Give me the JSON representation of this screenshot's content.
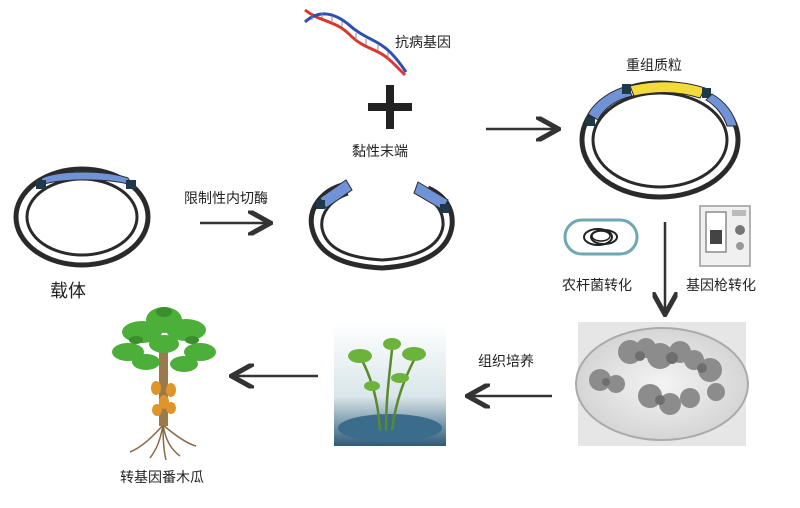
{
  "labels": {
    "resistance_gene": "抗病基因",
    "plus": "+",
    "sticky_ends": "黏性末端",
    "recombinant_plasmid": "重组质粒",
    "vector": "载体",
    "restriction_enzyme": "限制性内切酶",
    "agrobacterium": "农杆菌转化",
    "gene_gun": "基因枪转化",
    "tissue_culture": "组织培养",
    "transgenic_papaya": "转基因番木瓜"
  },
  "colors": {
    "ring": "#2a2a2a",
    "blue_segment": "#6f93d6",
    "dark_segment": "#1e3a4a",
    "yellow_segment": "#f3dc3a",
    "arrow": "#333333",
    "dna_red": "#d8382e",
    "dna_blue": "#2c4fb5",
    "leaf_green": "#4caf3a",
    "fruit_orange": "#e0952a",
    "callus_gray": "#8c8c8c",
    "culture_bg": "#3b5f7a"
  }
}
